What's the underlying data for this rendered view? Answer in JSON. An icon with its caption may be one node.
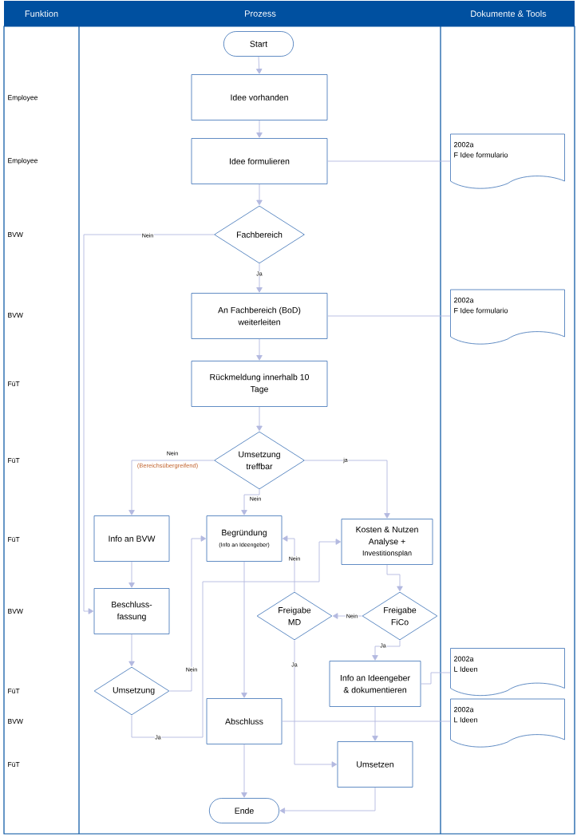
{
  "diagram": {
    "nodes": [
      {
        "text": [
          "Start"
        ]
      },
      {
        "text": [
          "Idee vorhanden"
        ]
      },
      {
        "text": [
          "Idee formulieren"
        ]
      },
      {
        "text": [
          "Fachbereich"
        ]
      },
      {
        "text": [
          "An Fachbereich (BoD) weiterleiten"
        ]
      },
      {
        "text": [
          "Rückmeldung innerhalb 10 Tage"
        ]
      },
      {
        "text": [
          "Umsetzung treffbar"
        ]
      },
      {
        "text": [
          "Info an BVW"
        ]
      },
      {
        "text": [
          "Begründung",
          "(Info an Ideengeber)"
        ]
      },
      {
        "text": [
          "Kosten & Nutzen Analyse +",
          "Investitionsplan"
        ]
      },
      {
        "text": [
          "Beschluss- fassung"
        ]
      },
      {
        "text": [
          "Freigabe MD"
        ]
      },
      {
        "text": [
          "Freigabe FiCo"
        ]
      },
      {
        "text": [
          "Umsetzung"
        ]
      },
      {
        "text": [
          "Info an Ideengeber & dokumentieren"
        ]
      },
      {
        "text": [
          "Abschluss"
        ]
      },
      {
        "text": [
          "Umsetzen"
        ]
      },
      {
        "text": [
          "Ende"
        ]
      },
      {
        "text": [
          "2002a",
          "F Idee formulario"
        ]
      },
      {
        "text": [
          "2002a",
          "F Idee formulario"
        ]
      },
      {
        "text": [
          "2002a",
          "L Ideen"
        ]
      },
      {
        "text": [
          "2002a",
          "L Ideen"
        ]
      }
    ],
    "edges": [
      {
        "from": 0,
        "to": 1,
        "arrow": "to"
      },
      {
        "from": 1,
        "to": 2,
        "arrow": "to"
      },
      {
        "from": 2,
        "to": 18,
        "arrow": "none"
      },
      {
        "from": 2,
        "to": 3,
        "arrow": "to"
      },
      {
        "from": 3,
        "to": 4,
        "arrow": "to",
        "label": "Ja"
      },
      {
        "from": 3,
        "to": 10,
        "arrow": "to",
        "label": "Nein"
      },
      {
        "from": 4,
        "to": 19,
        "arrow": "none"
      },
      {
        "from": 4,
        "to": 5,
        "arrow": "to"
      },
      {
        "from": 5,
        "to": 6,
        "arrow": "to"
      },
      {
        "from": 6,
        "to": 7,
        "arrow": "to",
        "label": "Nein"
      },
      {
        "from": 6,
        "to": 8,
        "arrow": "to",
        "label": "Nein"
      },
      {
        "from": 6,
        "to": 9,
        "arrow": "to",
        "label": "ja"
      },
      {
        "from": 7,
        "to": 10,
        "arrow": "to"
      },
      {
        "from": 10,
        "to": 13,
        "arrow": "to"
      },
      {
        "from": 13,
        "to": 8,
        "arrow": "to",
        "label": "Nein"
      },
      {
        "from": 13,
        "to": 9,
        "arrow": "to",
        "label": "Ja"
      },
      {
        "from": 9,
        "to": 12,
        "arrow": "to"
      },
      {
        "from": 12,
        "to": 11,
        "arrow": "to",
        "label": "Nein"
      },
      {
        "from": 12,
        "to": 14,
        "arrow": "to",
        "label": "Ja"
      },
      {
        "from": 11,
        "to": 8,
        "arrow": "to",
        "label": "Nein"
      },
      {
        "from": 11,
        "to": 16,
        "arrow": "to",
        "label": "Ja"
      },
      {
        "from": 8,
        "to": 15,
        "arrow": "to"
      },
      {
        "from": 14,
        "to": 20,
        "arrow": "none"
      },
      {
        "from": 14,
        "to": 16,
        "arrow": "to"
      },
      {
        "from": 15,
        "to": 21,
        "arrow": "none"
      },
      {
        "from": 15,
        "to": 17,
        "arrow": "to"
      },
      {
        "from": 16,
        "to": 17,
        "arrow": "to"
      }
    ],
    "labels": [
      "Funktion",
      "Prozess",
      "Dokumente & Tools",
      "Employee",
      "Employee",
      "BVW",
      "BVW",
      "FüT",
      "FüT",
      "FüT",
      "BVW",
      "FüT",
      "BVW",
      "FüT",
      "(Bereichsübergreifend)"
    ]
  }
}
